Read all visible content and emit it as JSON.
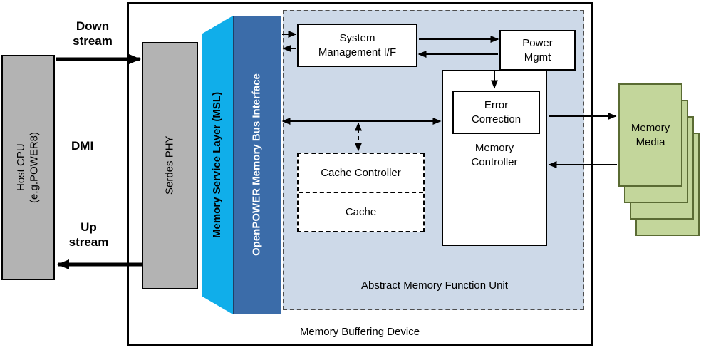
{
  "host": {
    "cpu_label": "Host CPU\n(e.g.POWER8)",
    "downstream_label": "Down\nstream",
    "dmi_label": "DMI",
    "upstream_label": "Up\nstream"
  },
  "device": {
    "label": "Memory Buffering Device",
    "serdes_phy": "Serdes PHY",
    "msl": "Memory Service Layer (MSL)",
    "openpower_bus": "OpenPOWER Memory Bus Interface",
    "amfu": {
      "label": "Abstract Memory Function Unit",
      "system_management": "System\nManagement I/F",
      "power_mgmt": "Power\nMgmt",
      "error_correction": "Error\nCorrection",
      "memory_controller": "Memory\nController",
      "cache_controller": "Cache Controller",
      "cache": "Cache"
    }
  },
  "memory_media": {
    "label": "Memory\nMedia"
  },
  "colors": {
    "gray_box": "#b3b3b3",
    "msl_cyan": "#10AEEA",
    "bus_blue": "#3B6CA9",
    "amfu_bg": "#CDD9E8",
    "media_green": "#C3D69B",
    "media_border": "#5a6b33",
    "arrow": "#000000"
  }
}
